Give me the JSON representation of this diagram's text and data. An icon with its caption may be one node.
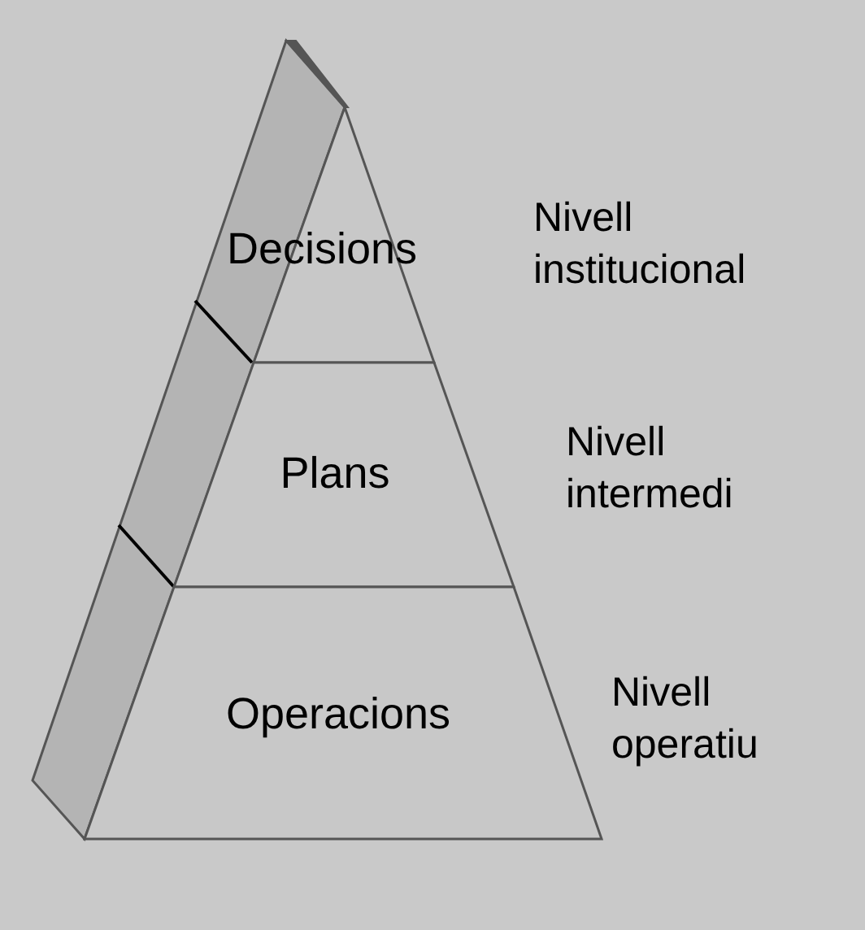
{
  "diagram": {
    "nodes": [
      {
        "text": [
          "Decisions"
        ],
        "beside": [
          "Nivell institucional"
        ]
      },
      {
        "text": [
          "Plans"
        ],
        "beside": [
          "Nivell intermedi"
        ]
      },
      {
        "text": [
          "Operacions"
        ],
        "beside": [
          "Nivell operatiu"
        ]
      }
    ]
  }
}
